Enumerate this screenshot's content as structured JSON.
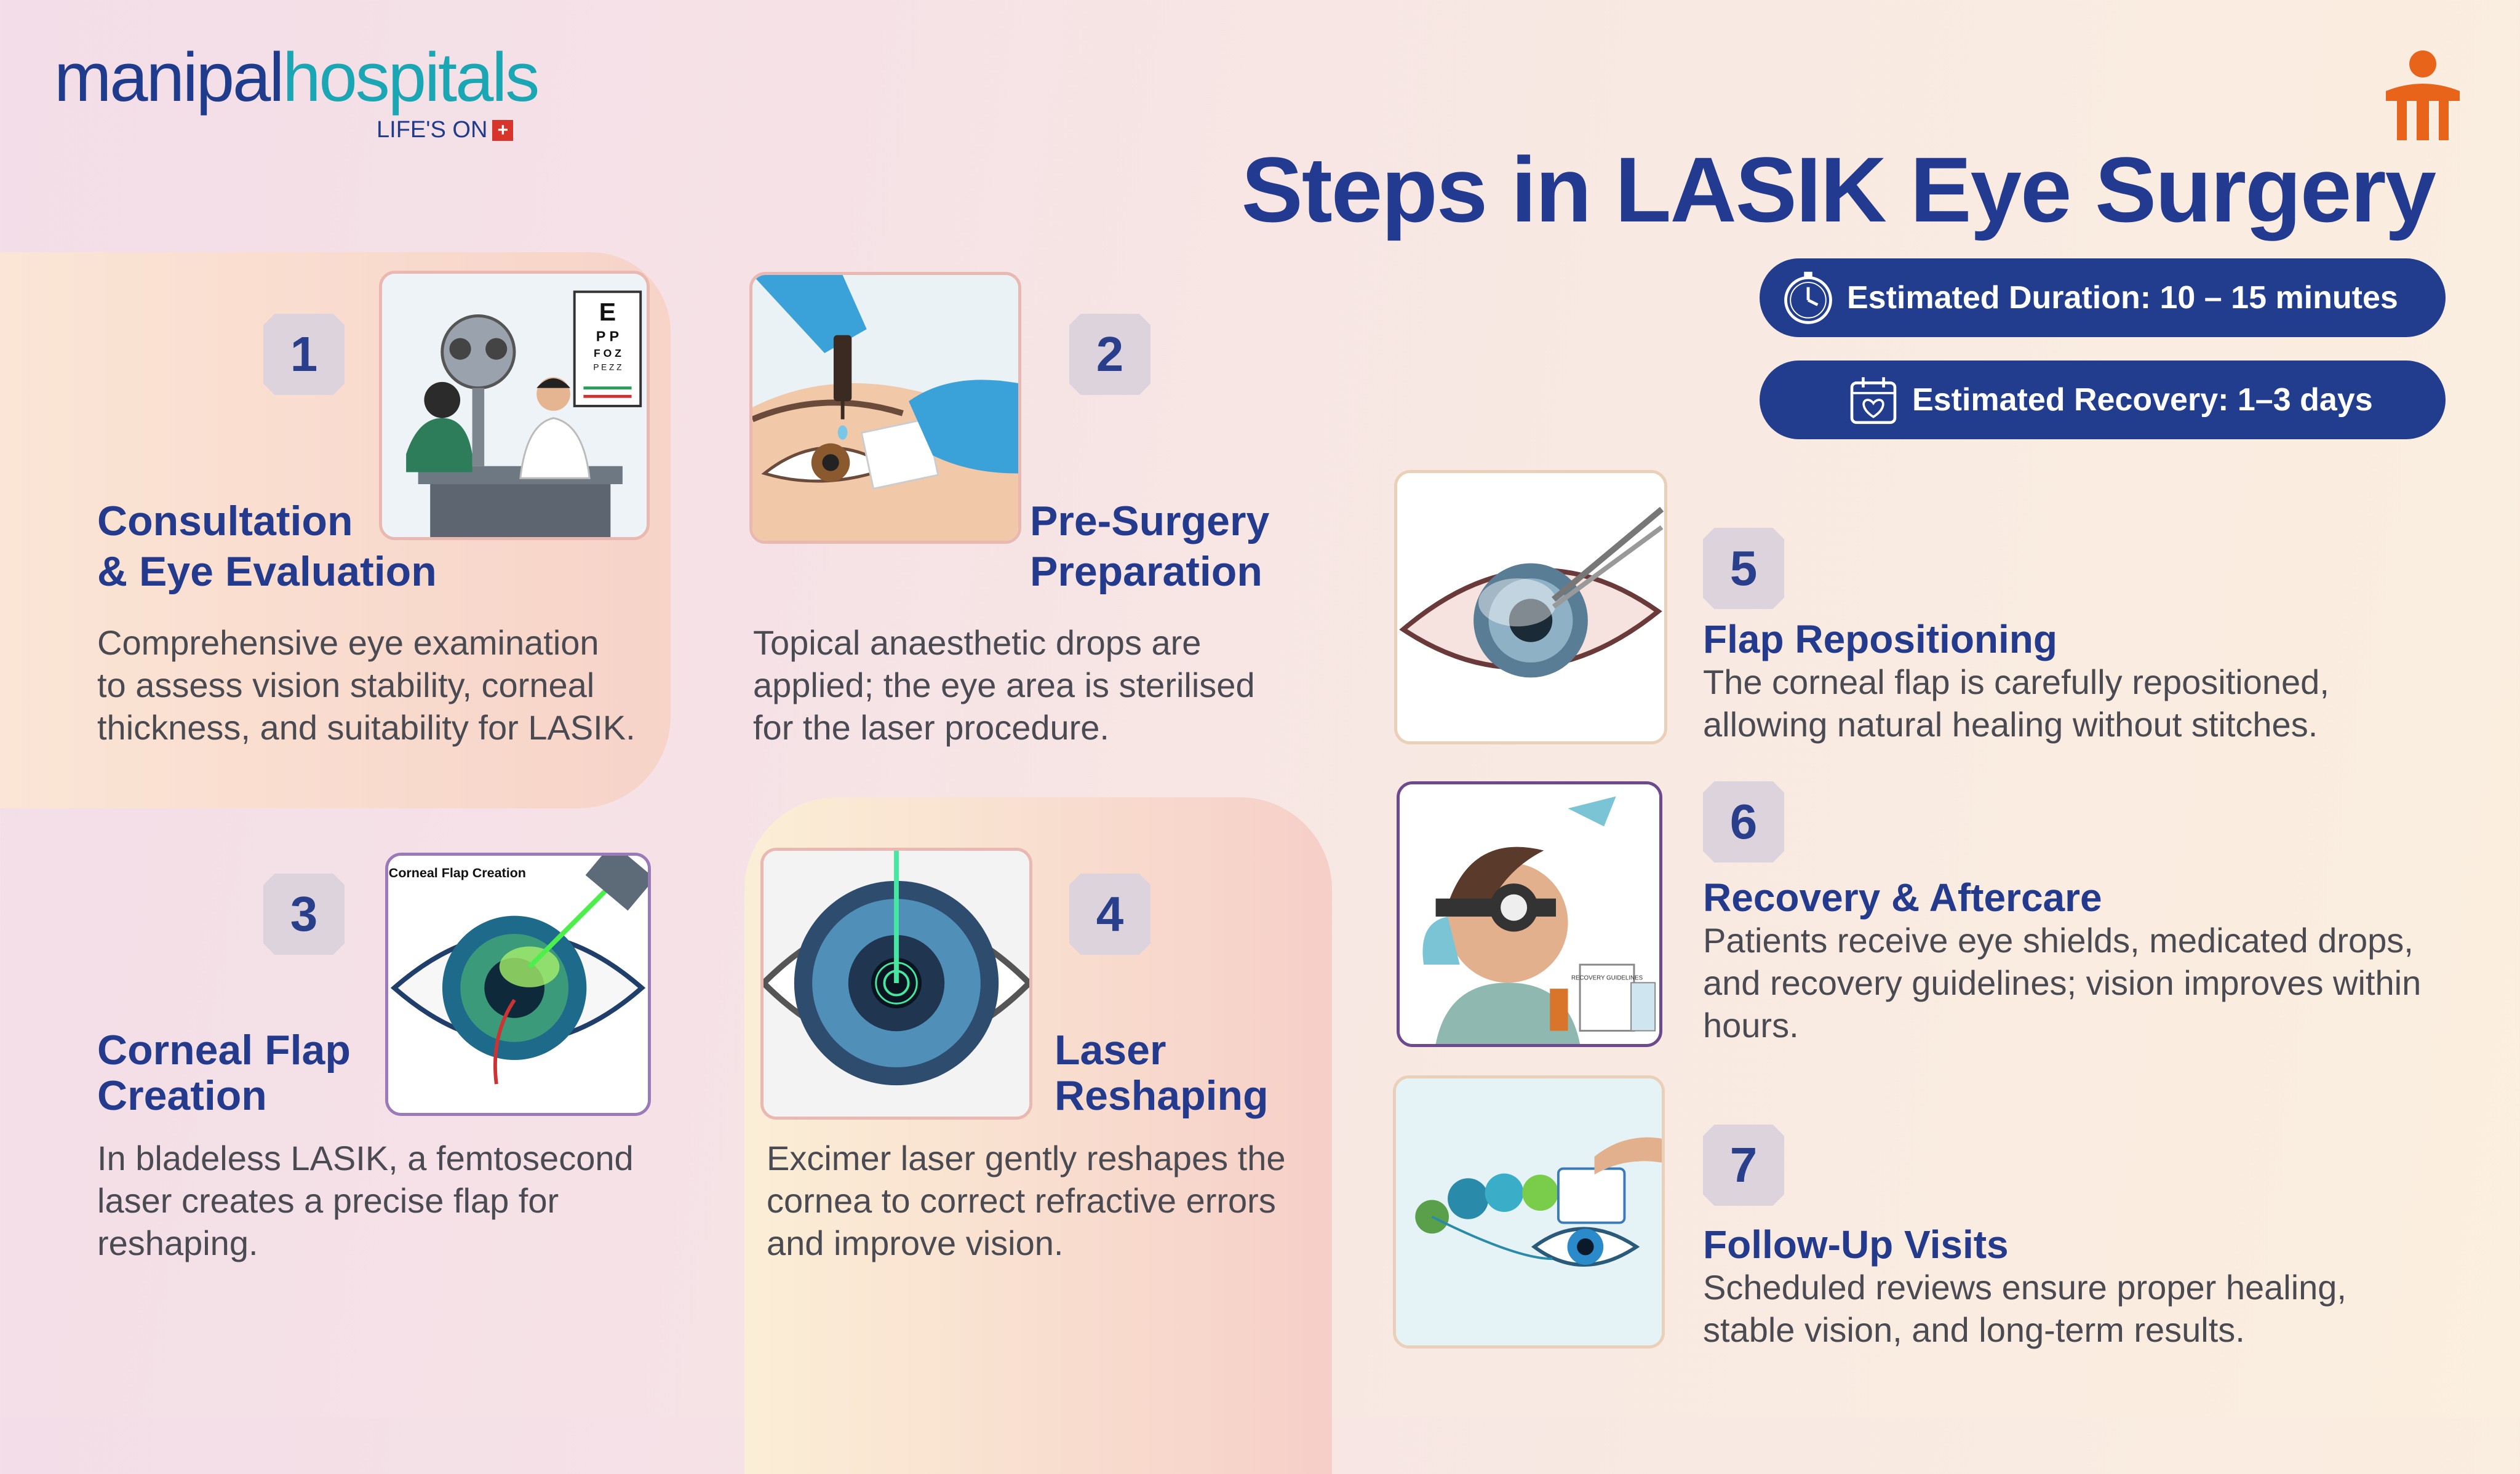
{
  "brand": {
    "name_part1": "manipal",
    "name_part2": "hospitals",
    "tagline": "LIFE'S ON",
    "tagline_symbol": "+",
    "primary_color": "#1f3b8c",
    "accent_color": "#1ba6b4",
    "mark_color": "#e8641b"
  },
  "title": "Steps in LASIK Eye Surgery",
  "info": {
    "duration": "Estimated Duration: 10 – 15 minutes",
    "recovery": "Estimated Recovery: 1–3 days",
    "duration_icon": "stopwatch-icon",
    "recovery_icon": "calendar-heart-icon"
  },
  "steps": [
    {
      "number": "1",
      "heading_line1": "Consultation",
      "heading_line2": "& Eye Evaluation",
      "desc_line1": "Comprehensive eye examination",
      "desc_line2": "to assess vision stability, corneal",
      "desc_line3": "thickness, and suitability for LASIK."
    },
    {
      "number": "2",
      "heading_line1": "Pre-Surgery",
      "heading_line2": "Preparation",
      "desc_line1": "Topical anaesthetic drops are",
      "desc_line2": "applied; the eye area is sterilised",
      "desc_line3": "for the laser procedure."
    },
    {
      "number": "3",
      "heading_line1": "Corneal Flap",
      "heading_line2": "Creation",
      "desc_line1": "In bladeless LASIK, a femtosecond",
      "desc_line2": "laser creates a precise flap for",
      "desc_line3": "reshaping.",
      "image_caption": "Corneal Flap Creation"
    },
    {
      "number": "4",
      "heading_line1": "Laser",
      "heading_line2": "Reshaping",
      "desc_line1": "Excimer laser gently reshapes the",
      "desc_line2": "cornea to correct refractive errors",
      "desc_line3": "and improve vision."
    },
    {
      "number": "5",
      "heading": "Flap Repositioning",
      "desc_line1": "The corneal flap is carefully repositioned,",
      "desc_line2": "allowing natural healing without stitches."
    },
    {
      "number": "6",
      "heading": "Recovery & Aftercare",
      "desc_line1": "Patients receive eye shields, medicated drops,",
      "desc_line2": "and recovery guidelines; vision improves within",
      "desc_line3": "hours."
    },
    {
      "number": "7",
      "heading": "Follow-Up Visits",
      "desc_line1": "Scheduled reviews ensure proper healing,",
      "desc_line2": "stable vision, and long-term results."
    }
  ],
  "eye_chart": {
    "row1": "E",
    "row2": "P P",
    "row3": "F O Z",
    "row4": "P E Z Z"
  },
  "recovery_card": "RECOVERY GUIDELINES"
}
